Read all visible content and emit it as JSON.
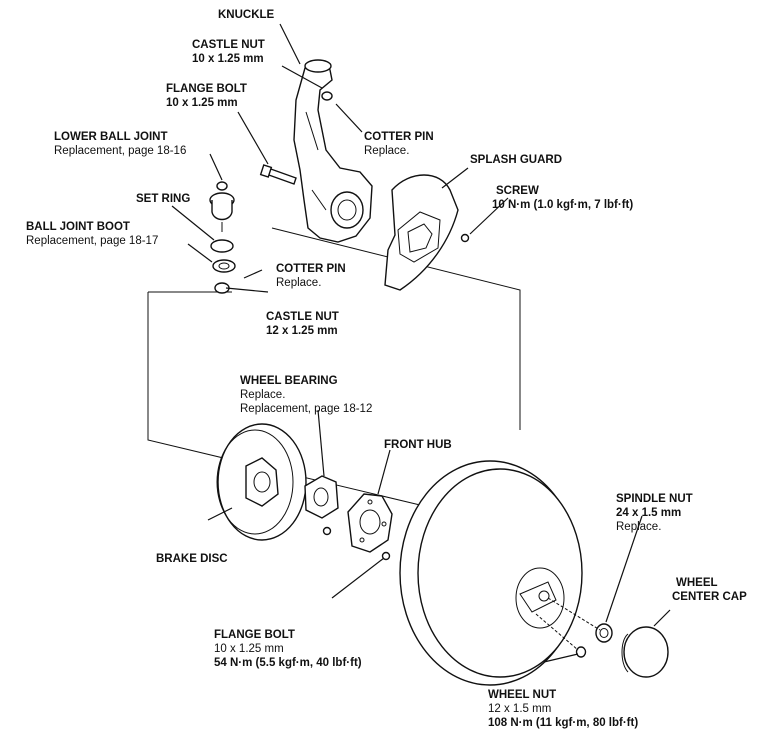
{
  "labels": {
    "knuckle": {
      "title": "KNUCKLE"
    },
    "castle_nut_top": {
      "title": "CASTLE NUT",
      "spec": "10 x 1.25 mm"
    },
    "flange_bolt_top": {
      "title": "FLANGE BOLT",
      "spec": "10 x 1.25 mm"
    },
    "cotter_pin_top": {
      "title": "COTTER PIN",
      "note": "Replace."
    },
    "lower_ball_joint": {
      "title": "LOWER BALL JOINT",
      "note": "Replacement, page 18-16"
    },
    "splash_guard": {
      "title": "SPLASH GUARD"
    },
    "screw": {
      "title": "SCREW",
      "torque": "10 N·m (1.0 kgf·m, 7 lbf·ft)"
    },
    "set_ring": {
      "title": "SET RING"
    },
    "ball_joint_boot": {
      "title": "BALL JOINT BOOT",
      "note": "Replacement, page 18-17"
    },
    "cotter_pin_lower": {
      "title": "COTTER PIN",
      "note": "Replace."
    },
    "castle_nut_lower": {
      "title": "CASTLE NUT",
      "spec": "12 x 1.25 mm"
    },
    "wheel_bearing": {
      "title": "WHEEL BEARING",
      "note1": "Replace.",
      "note2": "Replacement, page 18-12"
    },
    "front_hub": {
      "title": "FRONT HUB"
    },
    "brake_disc": {
      "title": "BRAKE DISC"
    },
    "spindle_nut": {
      "title": "SPINDLE NUT",
      "spec": "24 x 1.5 mm",
      "note": "Replace."
    },
    "wheel_center_cap": {
      "title1": "WHEEL",
      "title2": "CENTER CAP"
    },
    "flange_bolt_lower": {
      "title": "FLANGE BOLT",
      "spec": "10 x 1.25 mm",
      "torque": "54 N·m (5.5 kgf·m, 40 lbf·ft)"
    },
    "wheel_nut": {
      "title": "WHEEL NUT",
      "spec": "12 x 1.5 mm",
      "torque": "108 N·m (11 kgf·m, 80 lbf·ft)"
    }
  }
}
